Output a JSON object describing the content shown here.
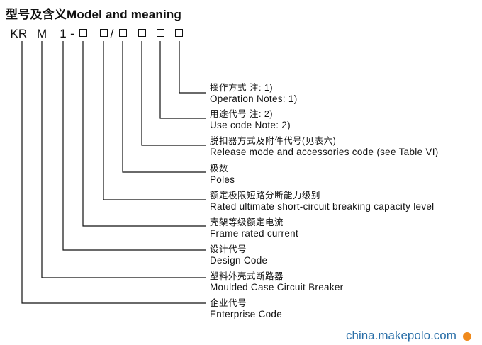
{
  "title": "型号及含义Model and meaning",
  "code": {
    "prefix_k": "K",
    "prefix_r": "R",
    "prefix_m": "M",
    "digit": "1",
    "dash": "-",
    "slash": "/"
  },
  "labels": [
    {
      "zh": "操作方式   注: 1)",
      "en": "Operation Notes: 1)"
    },
    {
      "zh": "用途代号   注: 2)",
      "en": "Use code Note: 2)"
    },
    {
      "zh": "脱扣器方式及附件代号(见表六)",
      "en": "Release mode and accessories code (see Table VI)"
    },
    {
      "zh": "极数",
      "en": "Poles"
    },
    {
      "zh": "额定极限短路分断能力级别",
      "en": "Rated ultimate short-circuit breaking capacity level"
    },
    {
      "zh": "壳架等级额定电流",
      "en": "Frame rated current"
    },
    {
      "zh": "设计代号",
      "en": "Design Code"
    },
    {
      "zh": "塑料外壳式断路器",
      "en": "Moulded Case Circuit Breaker"
    },
    {
      "zh": "企业代号",
      "en": "Enterprise Code"
    }
  ],
  "watermark": "china.makepolo.com",
  "colors": {
    "text": "#111111",
    "watermark": "#2a6fa8",
    "watermark_dot": "#f08a1c"
  }
}
